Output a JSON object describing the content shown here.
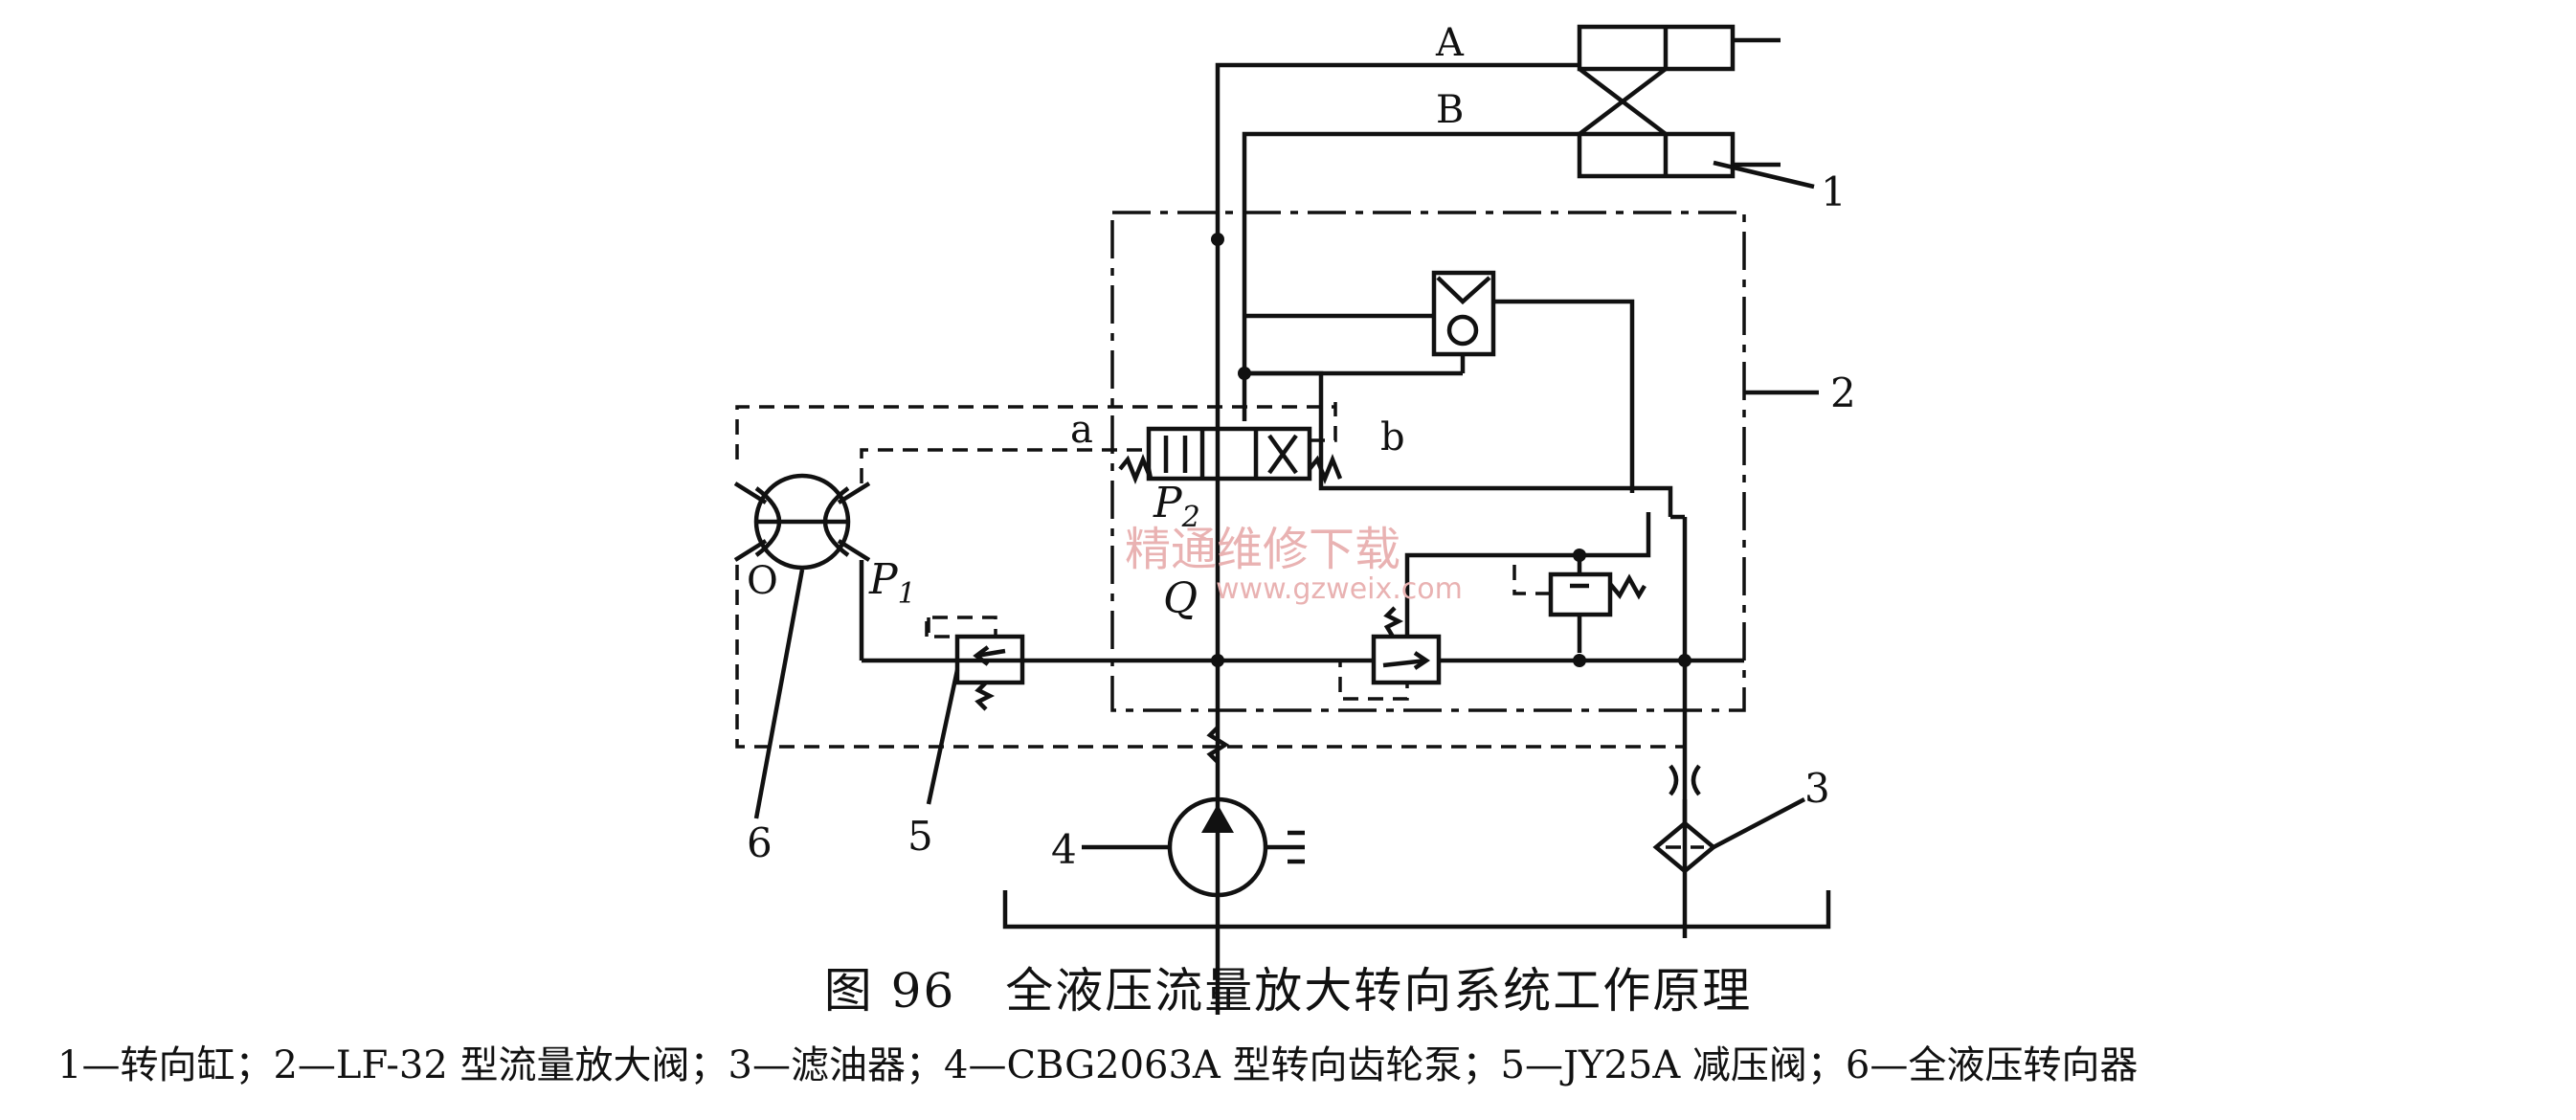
{
  "labels": {
    "line_a": "A",
    "line_b": "B",
    "port_a": "a",
    "port_b": "b",
    "p2": "P",
    "p2_sub": "2",
    "p1": "P",
    "p1_sub": "1",
    "q": "Q",
    "o": "O"
  },
  "callouts": {
    "c1": "1",
    "c2": "2",
    "c3": "3",
    "c4": "4",
    "c5": "5",
    "c6": "6"
  },
  "watermark": {
    "cn": "精通维修下载",
    "url": "www.gzweix.com"
  },
  "caption": "图 96　全液压流量放大转向系统工作原理",
  "legend": "1—转向缸；2—LF-32 型流量放大阀；3—滤油器；4—CBG2063A 型转向齿轮泵；5—JY25A 减压阀；6—全液压转向器"
}
